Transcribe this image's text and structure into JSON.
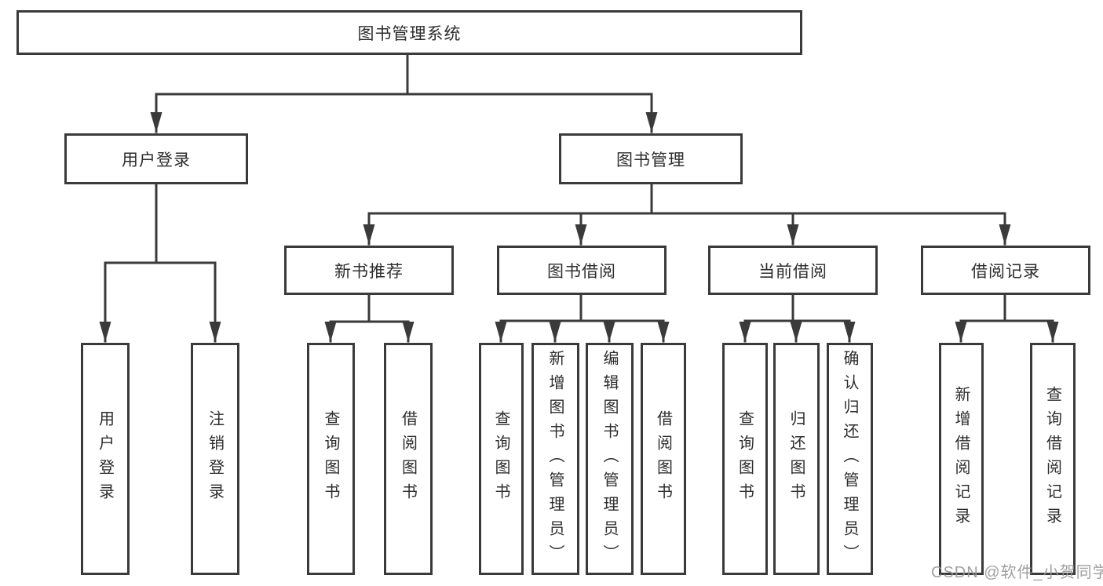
{
  "diagram_title": "图书管理系统",
  "nodes": {
    "root": "图书管理系统",
    "user_login": "用户登录",
    "book_management": "图书管理",
    "new_book_recommend": "新书推荐",
    "book_borrow": "图书借阅",
    "current_borrow": "当前借阅",
    "borrow_records": "借阅记录"
  },
  "leaves": {
    "user_login": "用户登录",
    "logout": "注销登录",
    "query_books_recommend": "查询图书",
    "borrow_books_recommend": "借阅图书",
    "query_books_borrow": "查询图书",
    "add_books_admin": "新增图书（管理员）",
    "edit_books_admin": "编辑图书（管理员）",
    "borrow_books": "借阅图书",
    "query_books_current": "查询图书",
    "return_books": "归还图书",
    "confirm_return_admin": "确认归还（管理员）",
    "add_borrow_record": "新增借阅记录",
    "query_borrow_record": "查询借阅记录"
  },
  "watermark": "CSDN @软件_小贺同学",
  "colors": {
    "line": "#3a3a3a",
    "text": "#2d2d2d",
    "background": "#ffffff",
    "watermark": "#989898"
  }
}
